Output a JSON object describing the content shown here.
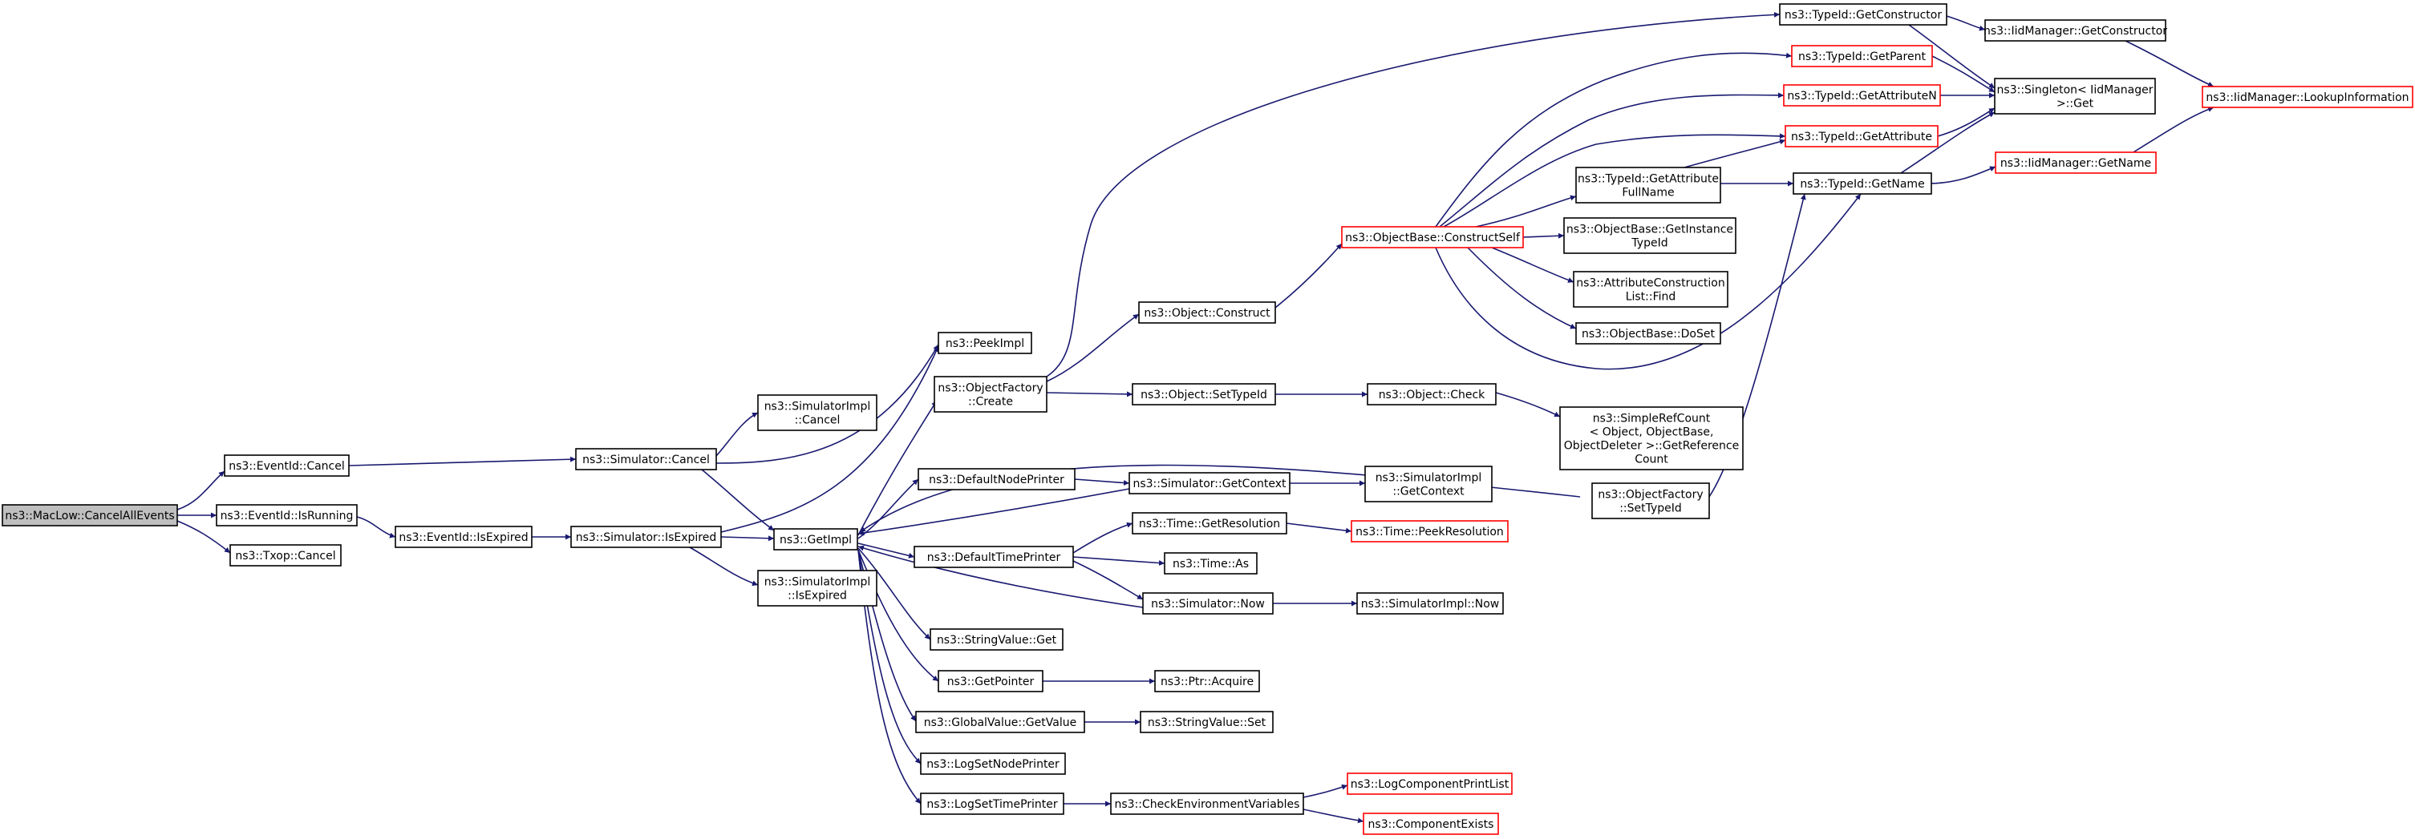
{
  "colors": {
    "edge": "#191970",
    "node_border": "#000000",
    "node_border_incomplete": "#ff0000",
    "root_fill": "#bfbfbf",
    "node_fill": "#ffffff"
  },
  "nodes": {
    "root": [
      "ns3::MacLow::CancelAllEvents"
    ],
    "eventid_cancel": [
      "ns3::EventId::Cancel"
    ],
    "eventid_isrunning": [
      "ns3::EventId::IsRunning"
    ],
    "txop_cancel": [
      "ns3::Txop::Cancel"
    ],
    "eventid_isexpired": [
      "ns3::EventId::IsExpired"
    ],
    "simulator_cancel": [
      "ns3::Simulator::Cancel"
    ],
    "simulator_isexpired": [
      "ns3::Simulator::IsExpired"
    ],
    "simimpl_cancel": [
      "ns3::SimulatorImpl",
      "::Cancel"
    ],
    "simimpl_isexpired": [
      "ns3::SimulatorImpl",
      "::IsExpired"
    ],
    "getimpl": [
      "ns3::GetImpl"
    ],
    "peekimpl": [
      "ns3::PeekImpl"
    ],
    "objfactory_create": [
      "ns3::ObjectFactory",
      "::Create"
    ],
    "default_node_printer": [
      "ns3::DefaultNodePrinter"
    ],
    "default_time_printer": [
      "ns3::DefaultTimePrinter"
    ],
    "stringvalue_get": [
      "ns3::StringValue::Get"
    ],
    "getpointer": [
      "ns3::GetPointer"
    ],
    "globalvalue_getvalue": [
      "ns3::GlobalValue::GetValue"
    ],
    "logsetnodeprinter": [
      "ns3::LogSetNodePrinter"
    ],
    "logsettimeprinter": [
      "ns3::LogSetTimePrinter"
    ],
    "object_construct": [
      "ns3::Object::Construct"
    ],
    "object_settypeid": [
      "ns3::Object::SetTypeId"
    ],
    "simulator_getcontext": [
      "ns3::Simulator::GetContext"
    ],
    "time_getresolution": [
      "ns3::Time::GetResolution"
    ],
    "time_as": [
      "ns3::Time::As"
    ],
    "simulator_now": [
      "ns3::Simulator::Now"
    ],
    "ptr_acquire": [
      "ns3::Ptr::Acquire"
    ],
    "stringvalue_set": [
      "ns3::StringValue::Set"
    ],
    "check_env": [
      "ns3::CheckEnvironmentVariables"
    ],
    "objectbase_constructself": [
      "ns3::ObjectBase::ConstructSelf"
    ],
    "object_check": [
      "ns3::Object::Check"
    ],
    "simimpl_getcontext": [
      "ns3::SimulatorImpl",
      "::GetContext"
    ],
    "time_peekresolution": [
      "ns3::Time::PeekResolution"
    ],
    "simimpl_now": [
      "ns3::SimulatorImpl::Now"
    ],
    "logcomponentprintlist": [
      "ns3::LogComponentPrintList"
    ],
    "componentexists": [
      "ns3::ComponentExists"
    ],
    "typeid_getconstructor": [
      "ns3::TypeId::GetConstructor"
    ],
    "typeid_getparent": [
      "ns3::TypeId::GetParent"
    ],
    "typeid_getattributen": [
      "ns3::TypeId::GetAttributeN"
    ],
    "typeid_getattribute": [
      "ns3::TypeId::GetAttribute"
    ],
    "typeid_getattributefullname": [
      "ns3::TypeId::GetAttribute",
      "FullName"
    ],
    "objectbase_getinstancetypeid": [
      "ns3::ObjectBase::GetInstance",
      "TypeId"
    ],
    "attrconstructionlist_find": [
      "ns3::AttributeConstruction",
      "List::Find"
    ],
    "objectbase_doset": [
      "ns3::ObjectBase::DoSet"
    ],
    "simplerefcount": [
      "ns3::SimpleRefCount",
      "< Object, ObjectBase,",
      " ObjectDeleter >::GetReference",
      "Count"
    ],
    "objfactory_settypeid": [
      "ns3::ObjectFactory",
      "::SetTypeId"
    ],
    "typeid_getname": [
      "ns3::TypeId::GetName"
    ],
    "iidmanager_getconstructor": [
      "ns3::IidManager::GetConstructor"
    ],
    "singleton_get": [
      "ns3::Singleton< IidManager",
      " >::Get"
    ],
    "iidmanager_getname": [
      "ns3::IidManager::GetName"
    ],
    "iidmanager_lookupinformation": [
      "ns3::IidManager::LookupInformation"
    ]
  }
}
